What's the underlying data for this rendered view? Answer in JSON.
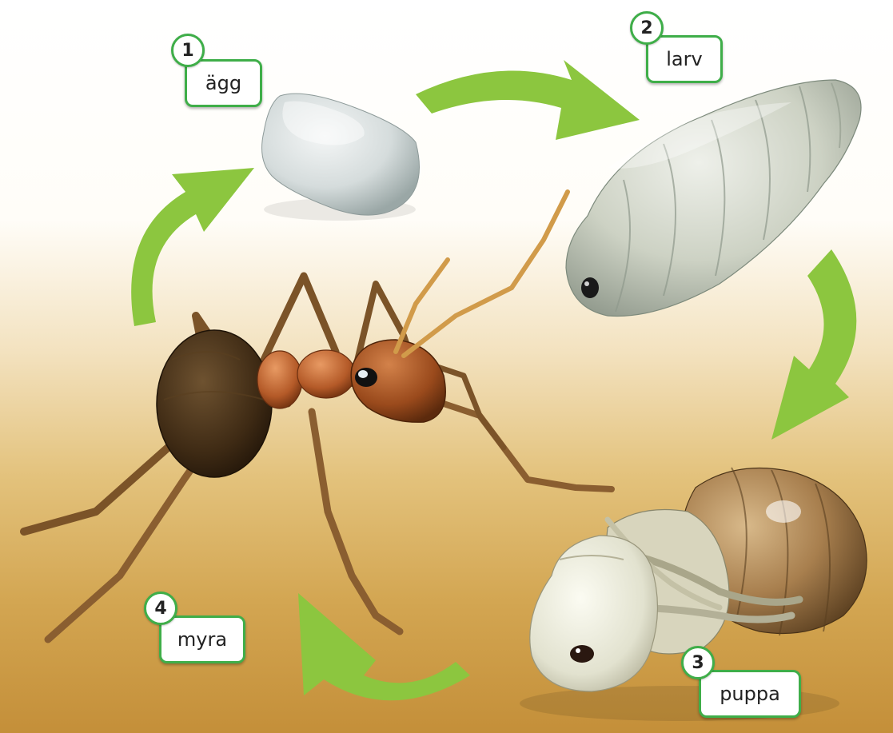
{
  "stages": [
    {
      "number": "1",
      "label": "ägg"
    },
    {
      "number": "2",
      "label": "larv"
    },
    {
      "number": "3",
      "label": "puppa"
    },
    {
      "number": "4",
      "label": "myra"
    }
  ],
  "colors": {
    "arrow": "#8cc63f",
    "label_border": "#3fae49",
    "background_top": "#ffffff",
    "background_bottom": "#c48f39"
  },
  "icons": [
    "egg-illustration",
    "larva-illustration",
    "pupa-illustration",
    "ant-illustration",
    "cycle-arrow"
  ]
}
